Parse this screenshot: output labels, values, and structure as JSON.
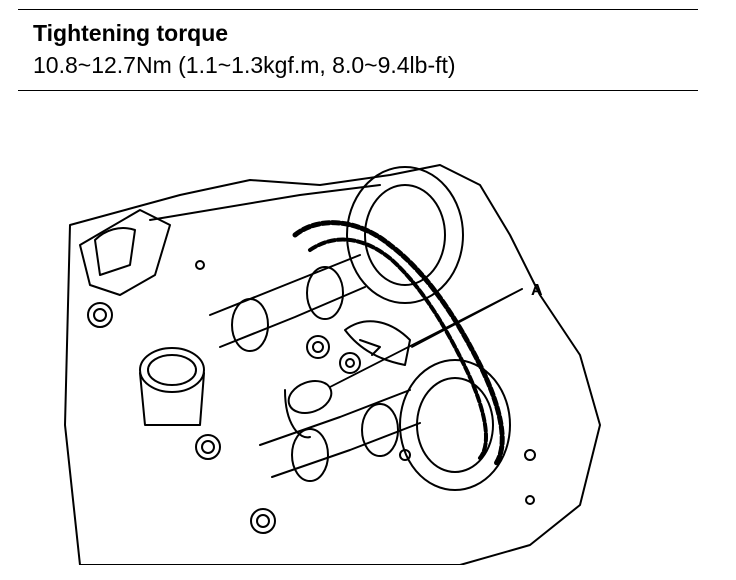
{
  "spec": {
    "title": "Tightening torque",
    "value": "10.8~12.7Nm (1.1~1.3kgf.m, 8.0~9.4lb-ft)"
  },
  "figure": {
    "callout_label": "A"
  }
}
